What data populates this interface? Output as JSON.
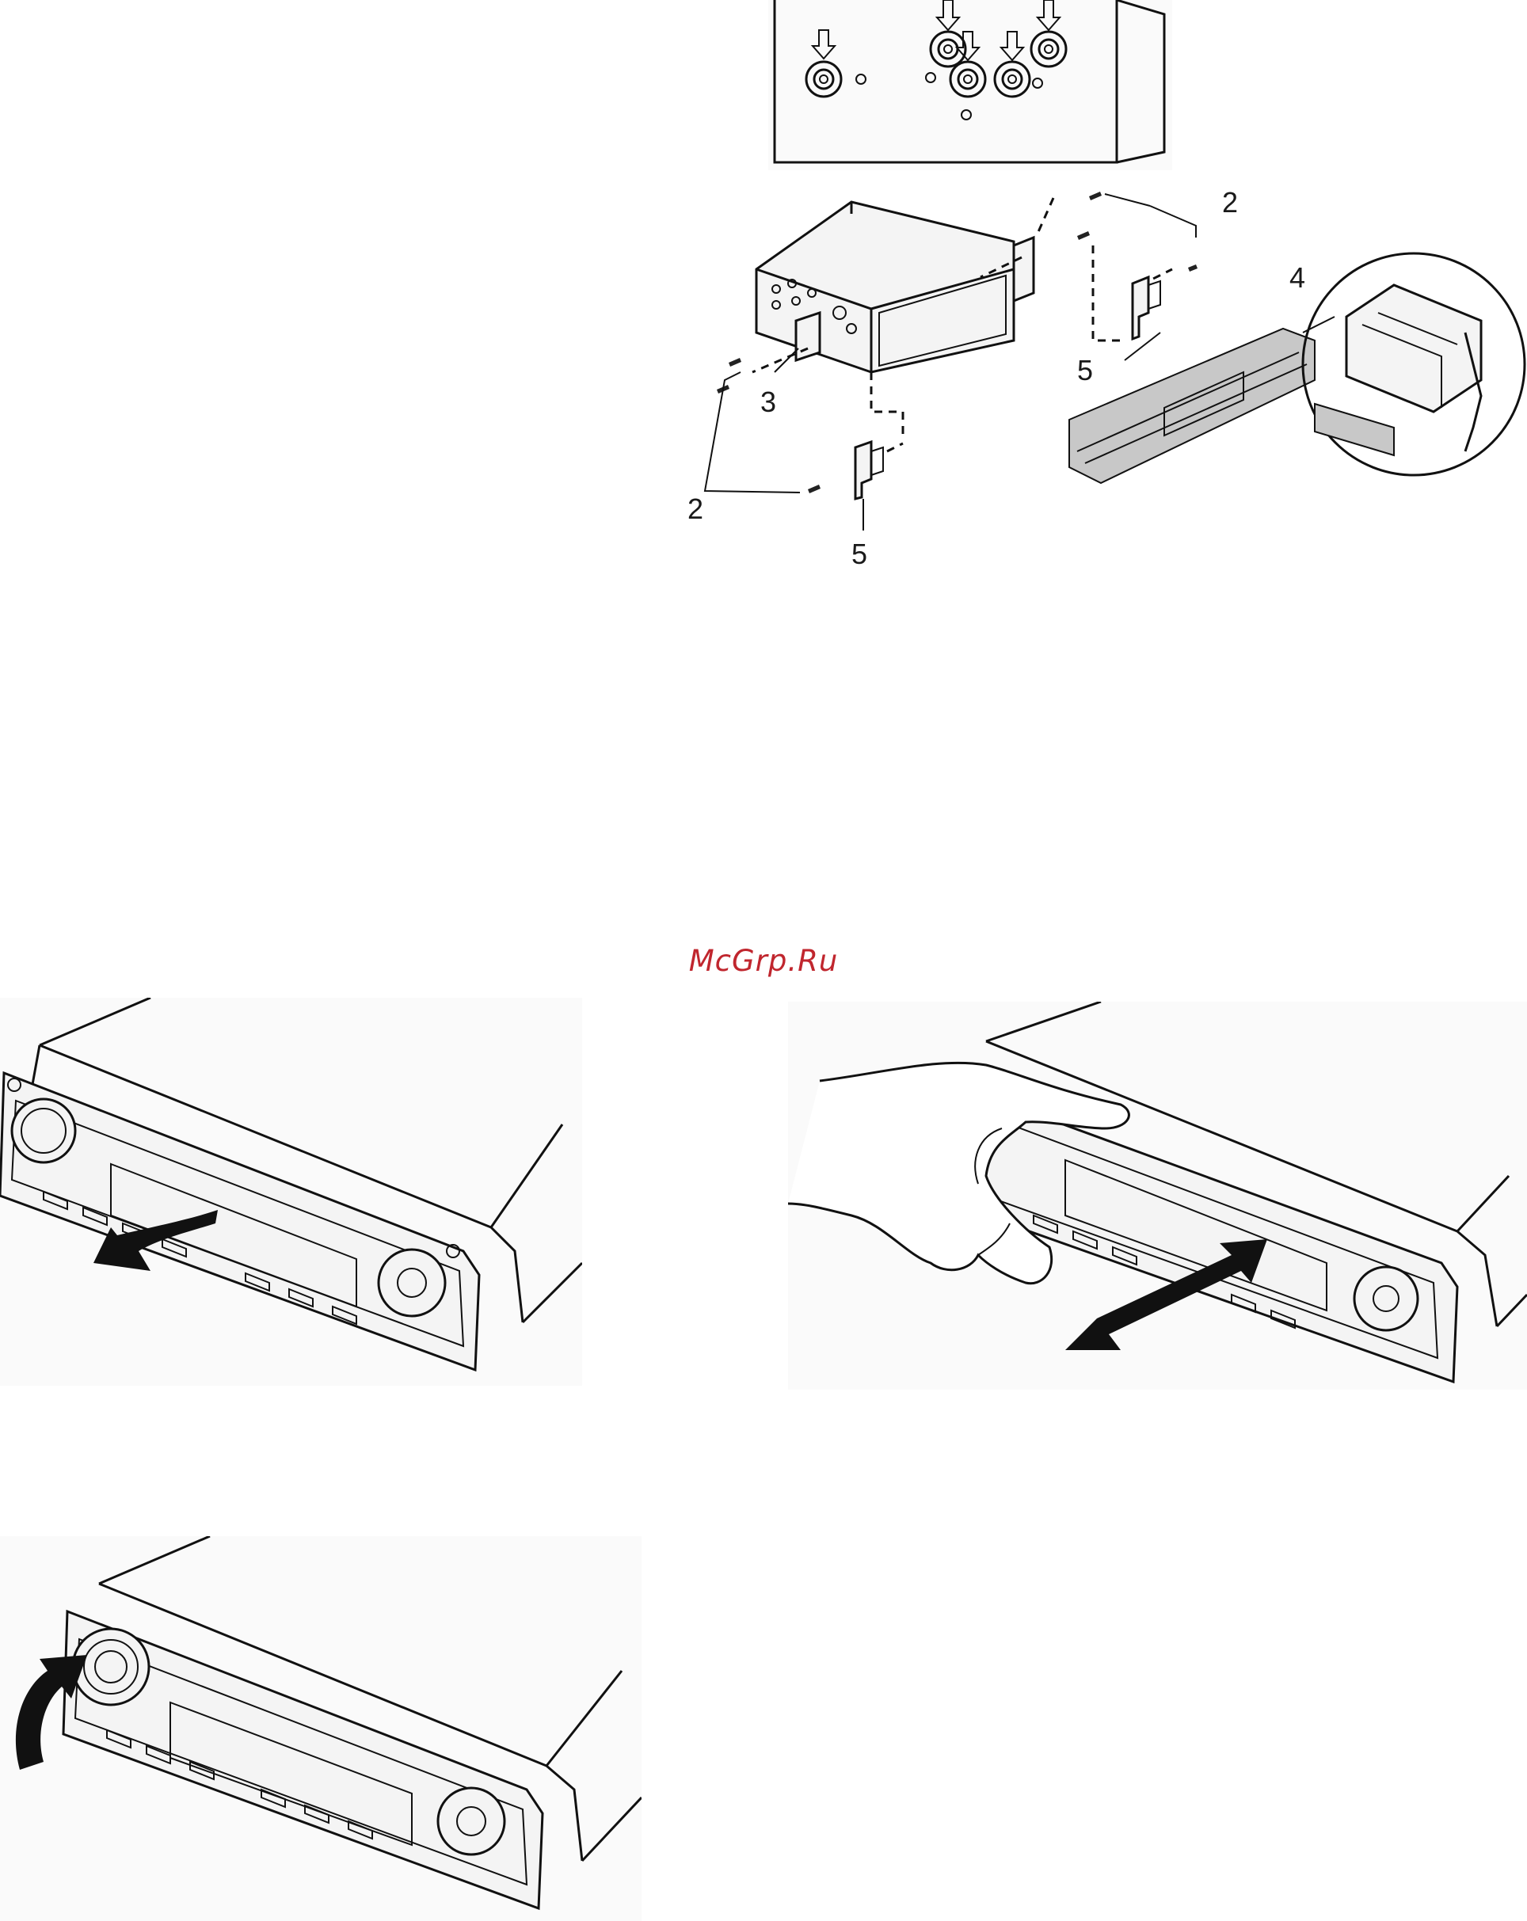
{
  "watermark": "McGrp.Ru",
  "callouts": {
    "screw_top_right": "2",
    "screw_bottom_left": "2",
    "bracket_label": "3",
    "trim_frame": "4",
    "clip_right": "5",
    "clip_bottom": "5"
  },
  "colors": {
    "watermark": "#c0262e",
    "line": "#111111"
  }
}
